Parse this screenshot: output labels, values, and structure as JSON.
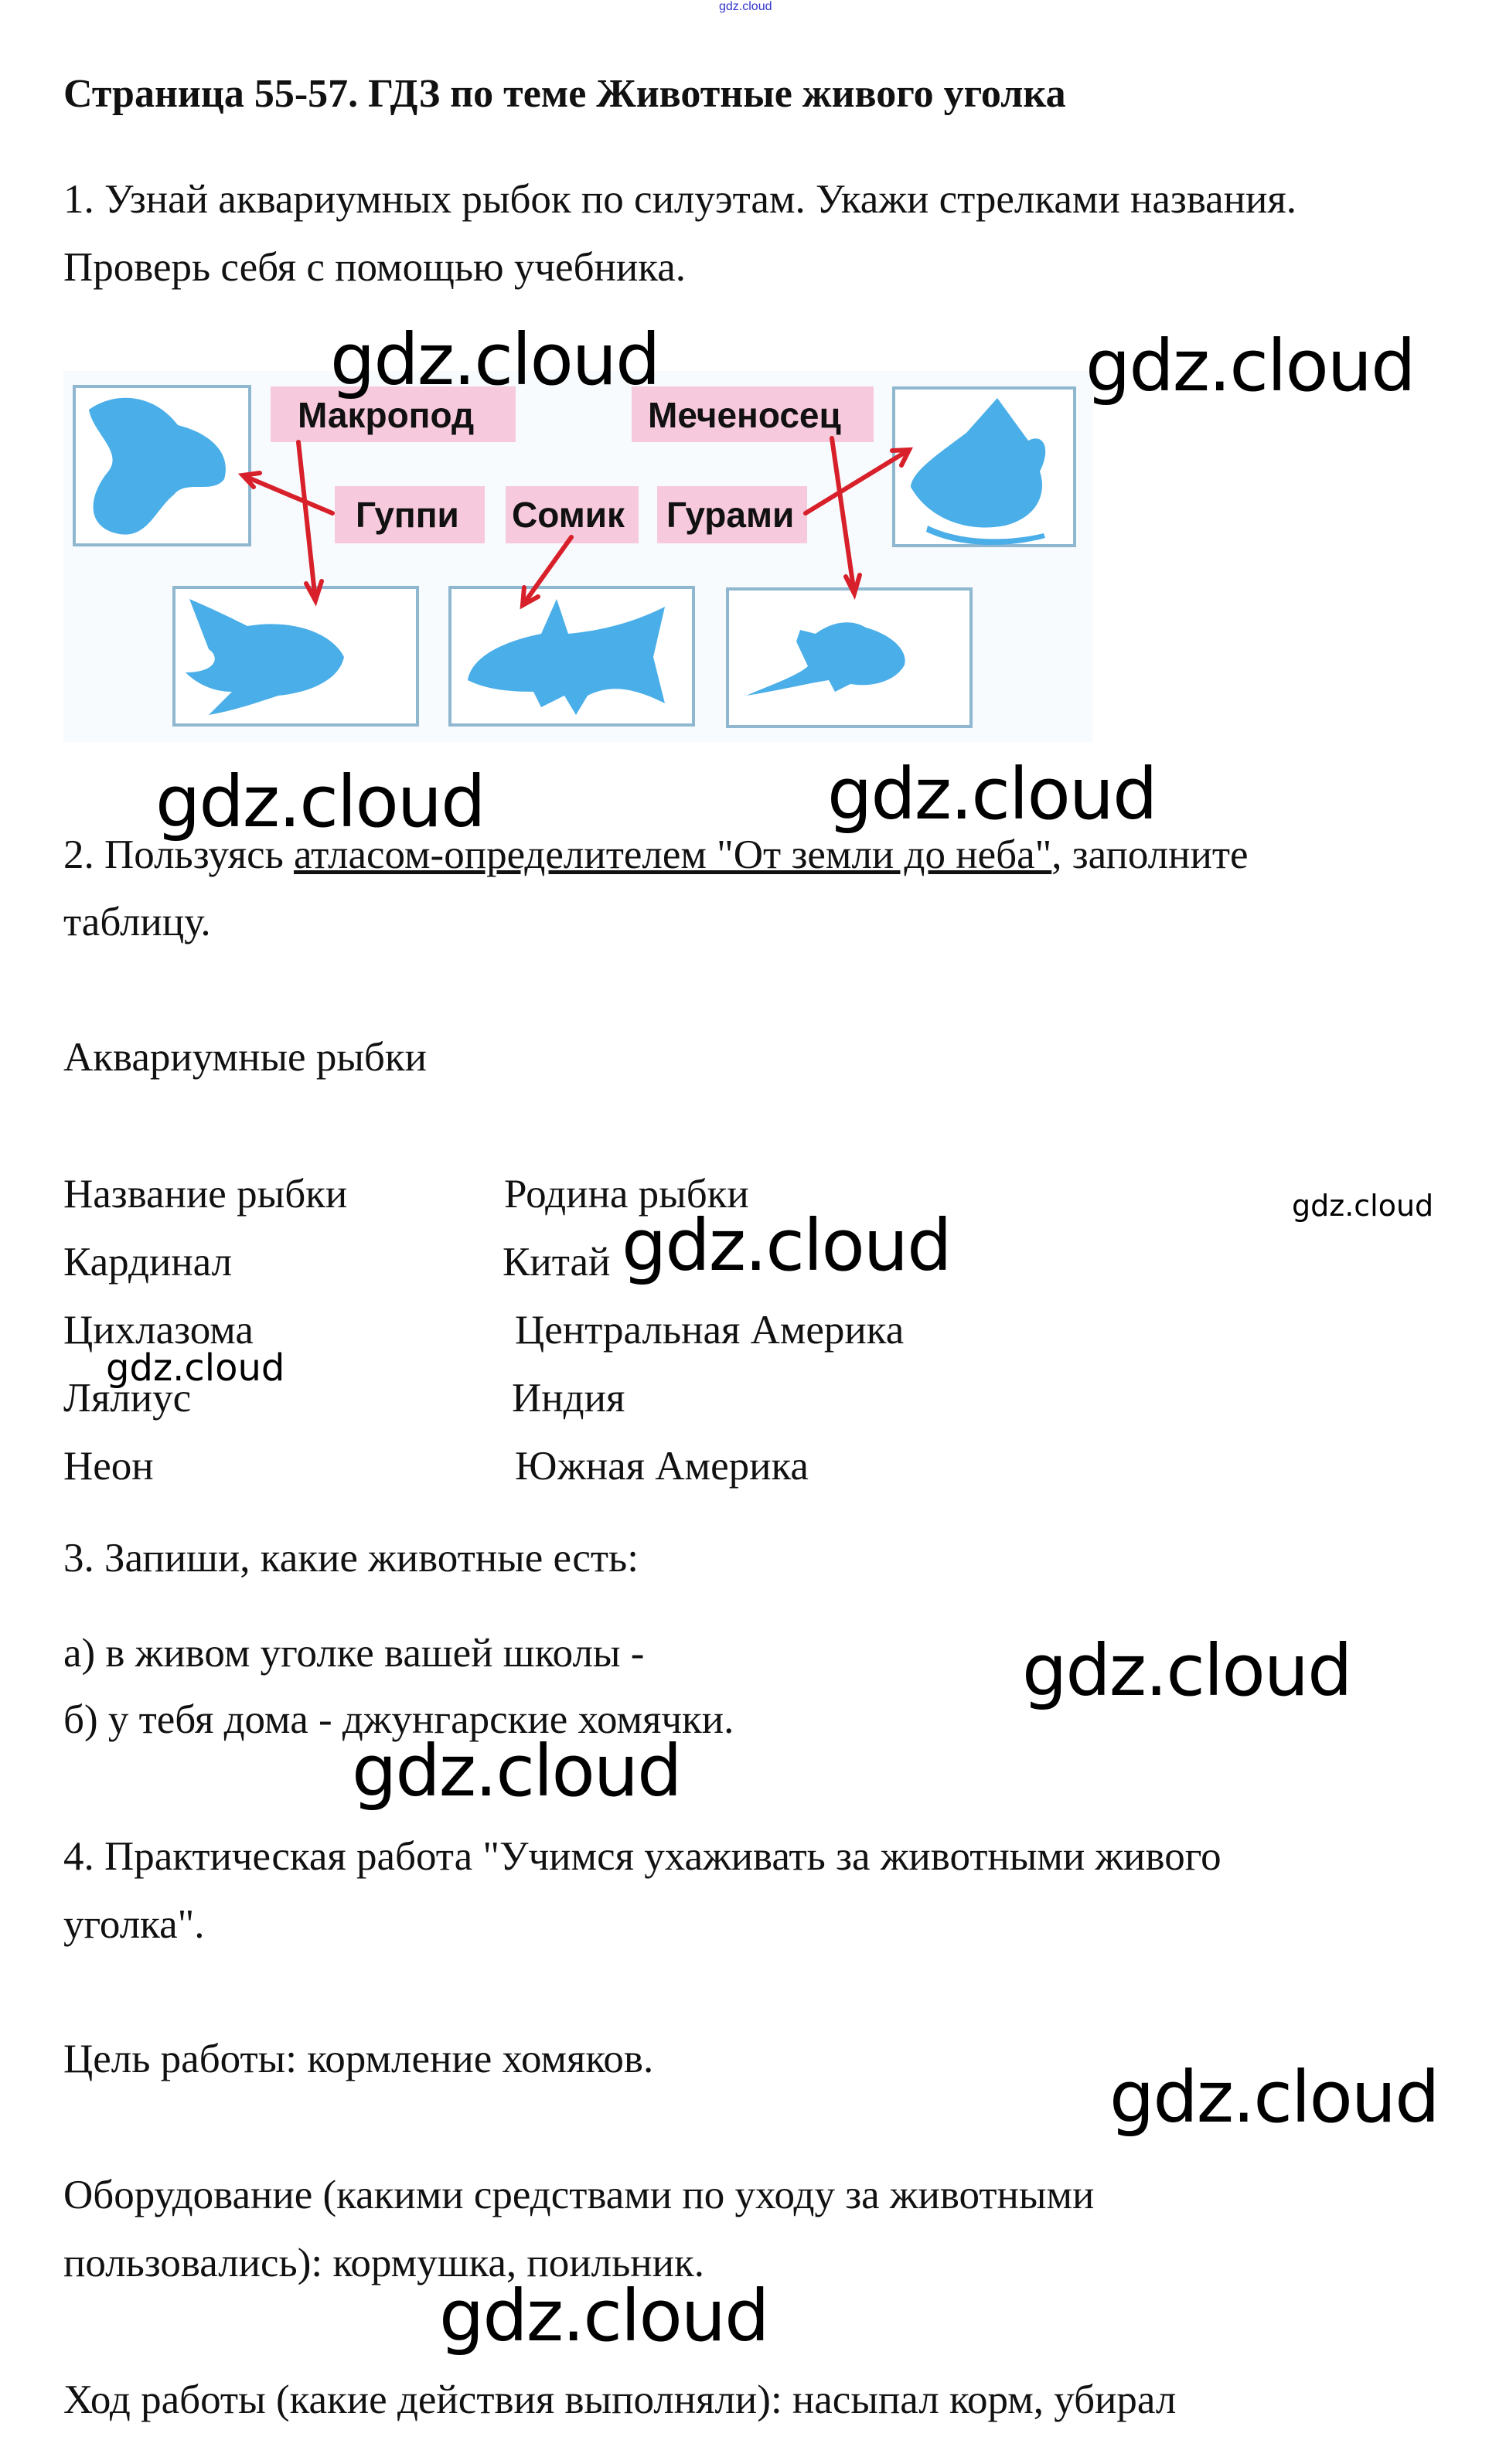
{
  "top_link": "gdz.cloud",
  "title": "Страница 55-57. ГДЗ по теме Животные живого уголка",
  "q1": {
    "line1": "1. Узнай аквариумных рыбок по силуэтам. Укажи стрелками названия.",
    "line2": "Проверь себя с помощью учебника.",
    "labels": [
      "Макропод",
      "Меченосец",
      "Гуппи",
      "Сомик",
      "Гурами"
    ]
  },
  "q2": {
    "prefix": "2. Пользуясь ",
    "link": "атласом-определителем \"От земли до неба\"",
    "suffix": ", заполните",
    "line2": "таблицу.",
    "table_title": "Аквариумные рыбки",
    "headers": [
      "Название рыбки",
      "Родина рыбки"
    ],
    "rows": [
      [
        "Кардинал",
        "Китай"
      ],
      [
        "Цихлазома",
        "Центральная Америка"
      ],
      [
        "Лялиус",
        "Индия"
      ],
      [
        "Неон",
        "Южная Америка"
      ]
    ]
  },
  "q3": {
    "line1": "3. Запиши, какие животные есть:",
    "a": "а) в живом уголке вашей школы -",
    "b": "б) у тебя дома - джунгарские хомячки."
  },
  "q4": {
    "line1": "4. Практическая работа \"Учимся ухаживать за животными живого",
    "line2": "уголка\".",
    "goal": "Цель работы: кормление хомяков.",
    "equip1": "Оборудование (какими средствами по уходу за животными",
    "equip2": "пользовались): кормушка, поильник.",
    "progress": "Ход работы (какие действия выполняли): насыпал корм, убирал"
  },
  "watermark": "gdz.cloud",
  "colors": {
    "fish": "#4aaee8",
    "label_bg": "#f7c9dc",
    "arrow": "#d8202a",
    "box": "#8fb8d0"
  }
}
